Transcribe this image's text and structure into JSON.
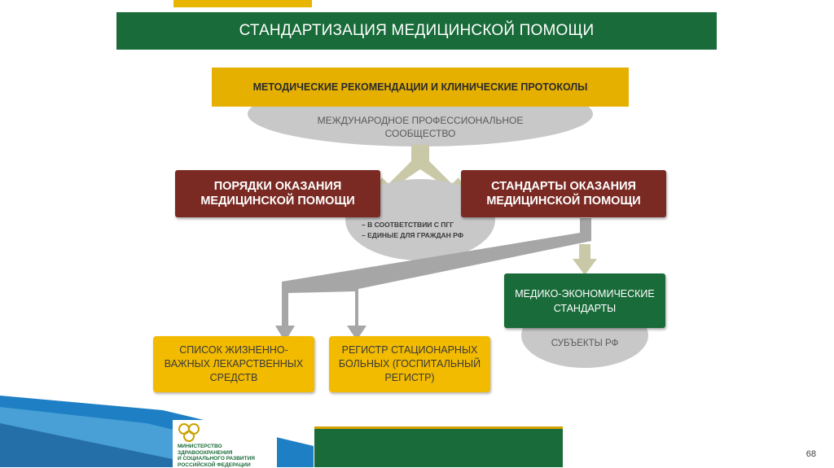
{
  "title": "СТАНДАРТИЗАЦИЯ МЕДИЦИНСКОЙ ПОМОЩИ",
  "top_box": "МЕТОДИЧЕСКИЕ РЕКОМЕНДАЦИИ И КЛИНИЧЕСКИЕ ПРОТОКОЛЫ",
  "community": {
    "line1": "МЕЖДУНАРОДНОЕ ПРОФЕССИОНАЛЬНОЕ",
    "line2": "СООБЩЕСТВО"
  },
  "orders": {
    "line1": "ПОРЯДКИ ОКАЗАНИЯ",
    "line2": "МЕДИЦИНСКОЙ ПОМОЩИ"
  },
  "standards": {
    "line1": "СТАНДАРТЫ ОКАЗАНИЯ",
    "line2": "МЕДИЦИНСКОЙ ПОМОЩИ"
  },
  "notes": {
    "line1": "– В СООТВЕТСТВИИ С ПГГ",
    "line2": "– ЕДИНЫЕ ДЛЯ ГРАЖДАН РФ"
  },
  "med_econ": {
    "line1": "МЕДИКО-ЭКОНОМИЧЕСКИЕ",
    "line2": "СТАНДАРТЫ"
  },
  "subjects": "СУБЪЕКТЫ РФ",
  "drugs_list": {
    "line1": "СПИСОК ЖИЗНЕННО-",
    "line2": "ВАЖНЫХ ЛЕКАРСТВЕННЫХ",
    "line3": "СРЕДСТВ"
  },
  "registry": {
    "line1": "РЕГИСТР СТАЦИОНАРНЫХ",
    "line2": "БОЛЬНЫХ (ГОСПИТАЛЬНЫЙ",
    "line3": "РЕГИСТР)"
  },
  "logo": {
    "line1": "МИНИСТЕРСТВО",
    "line2": "ЗДРАВООХРАНЕНИЯ",
    "line3": "И СОЦИАЛЬНОГО РАЗВИТИЯ",
    "line4": "РОССИЙСКОЙ ФЕДЕРАЦИИ"
  },
  "page_number": "68",
  "colors": {
    "green": "#1a6b3a",
    "yellow": "#e5b000",
    "red": "#7a2a23",
    "grey": "#c8c8c8",
    "blue": "#1f7fc4"
  }
}
